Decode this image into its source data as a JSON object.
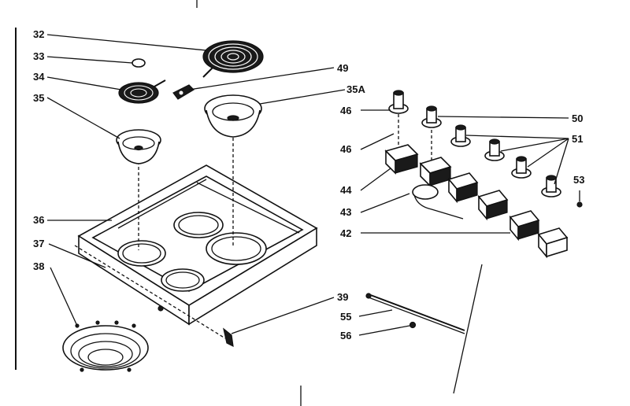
{
  "callouts": [
    {
      "id": "c32",
      "text": "32"
    },
    {
      "id": "c33",
      "text": "33"
    },
    {
      "id": "c34",
      "text": "34"
    },
    {
      "id": "c35",
      "text": "35"
    },
    {
      "id": "c36",
      "text": "36"
    },
    {
      "id": "c37",
      "text": "37"
    },
    {
      "id": "c38",
      "text": "38"
    },
    {
      "id": "c49",
      "text": "49"
    },
    {
      "id": "c35a",
      "text": "35A"
    },
    {
      "id": "c46a",
      "text": "46"
    },
    {
      "id": "c46b",
      "text": "46"
    },
    {
      "id": "c44",
      "text": "44"
    },
    {
      "id": "c43",
      "text": "43"
    },
    {
      "id": "c42",
      "text": "42"
    },
    {
      "id": "c50",
      "text": "50"
    },
    {
      "id": "c51",
      "text": "51"
    },
    {
      "id": "c53",
      "text": "53"
    },
    {
      "id": "c39",
      "text": "39"
    },
    {
      "id": "c55",
      "text": "55"
    },
    {
      "id": "c56",
      "text": "56"
    }
  ]
}
